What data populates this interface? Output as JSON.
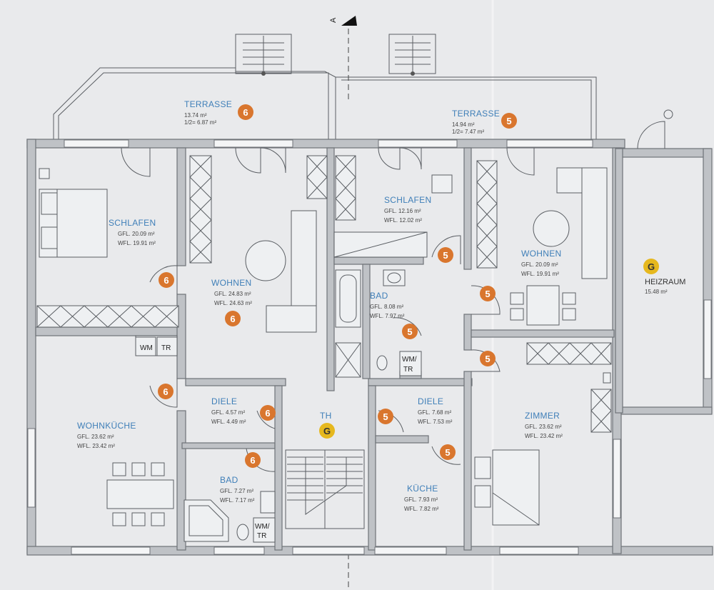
{
  "section_marker": "A",
  "rooms": {
    "terrasse_left": {
      "name": "TERRASSE",
      "gfl": "13.74 m²",
      "wfl": "1/2= 6.87 m²",
      "badge": "6"
    },
    "terrasse_right": {
      "name": "TERRASSE",
      "gfl": "14.94 m²",
      "wfl": "1/2= 7.47 m²",
      "badge": "5"
    },
    "schlafen_left": {
      "name": "SCHLAFEN",
      "gfl": "GFL. 20.09 m²",
      "wfl": "WFL. 19.91 m²"
    },
    "wohnen_left": {
      "name": "WOHNEN",
      "gfl": "GFL. 24.83 m²",
      "wfl": "WFL. 24.63 m²"
    },
    "schlafen_mid": {
      "name": "SCHLAFEN",
      "gfl": "GFL. 12.16 m²",
      "wfl": "WFL. 12.02 m²"
    },
    "bad_mid": {
      "name": "BAD",
      "gfl": "GFL. 8.08 m²",
      "wfl": "WFL. 7.97 m²"
    },
    "wohnen_right": {
      "name": "WOHNEN",
      "gfl": "GFL. 20.09 m²",
      "wfl": "WFL. 19.91 m²"
    },
    "heizraum": {
      "name": "HEIZRAUM",
      "area": "15.48 m²",
      "badge": "G"
    },
    "wohnkueche": {
      "name": "WOHNKÜCHE",
      "gfl": "GFL. 23.62 m²",
      "wfl": "WFL. 23.42 m²"
    },
    "diele_left": {
      "name": "DIELE",
      "gfl": "GFL. 4.57 m²",
      "wfl": "WFL. 4.49 m²"
    },
    "th": {
      "name": "TH",
      "badge": "G"
    },
    "diele_right": {
      "name": "DIELE",
      "gfl": "GFL. 7.68 m²",
      "wfl": "WFL. 7.53 m²"
    },
    "zimmer": {
      "name": "ZIMMER",
      "gfl": "GFL. 23.62 m²",
      "wfl": "WFL. 23.42 m²"
    },
    "bad_left": {
      "name": "BAD",
      "gfl": "GFL. 7.27 m²",
      "wfl": "WFL. 7.17 m²"
    },
    "kueche": {
      "name": "KÜCHE",
      "gfl": "GFL. 7.93 m²",
      "wfl": "WFL. 7.82 m²"
    }
  },
  "fixtures": {
    "wm": "WM",
    "tr": "TR",
    "wm_tr": "WM/",
    "tr2": "TR"
  },
  "badges": {
    "six": "6",
    "five": "5"
  },
  "colors": {
    "badge_orange": "#d9762e",
    "badge_yellow": "#e6b81e",
    "room_label": "#3f7fb8",
    "wall_fill": "#bfc2c6"
  }
}
